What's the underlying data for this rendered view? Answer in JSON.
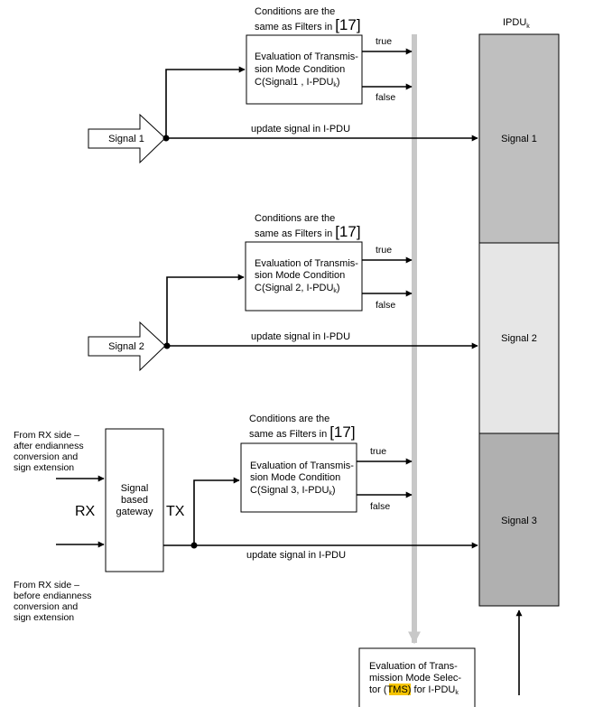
{
  "ipdu": {
    "title": "IPDU",
    "title_sub": "k",
    "segments": [
      {
        "label": "Signal 1",
        "color": "#bfbfbf"
      },
      {
        "label": "Signal 2",
        "color": "#e6e6e6"
      },
      {
        "label": "Signal 3",
        "color": "#b0b0b0"
      }
    ]
  },
  "conditions": {
    "line1": "Conditions are the",
    "line2": "same as Filters in",
    "ref": "[17]"
  },
  "evaluations": [
    {
      "line1": "Evaluation of Transmis-",
      "line2": "sion Mode Condition",
      "line3": "C(Signal1 , I-PDU",
      "line3_sub": "k",
      "line3_end": ")"
    },
    {
      "line1": "Evaluation of Transmis-",
      "line2": "sion Mode Condition",
      "line3": "C(Signal 2, I-PDU",
      "line3_sub": "k",
      "line3_end": ")"
    },
    {
      "line1": "Evaluation of Transmis-",
      "line2": "sion Mode Condition",
      "line3": "C(Signal 3, I-PDU",
      "line3_sub": "k",
      "line3_end": ")"
    }
  ],
  "outcomes": {
    "true": "true",
    "false": "false"
  },
  "update_label": "update signal in I-PDU",
  "inputs": [
    {
      "label": "Signal 1"
    },
    {
      "label": "Signal 2"
    }
  ],
  "gateway": {
    "line1": "Signal",
    "line2": "based",
    "line3": "gateway",
    "rx": "RX",
    "tx": "TX",
    "from_after": [
      "From RX side –",
      "after endianness",
      "conversion and",
      "sign extension"
    ],
    "from_before": [
      "From RX side –",
      "before endianness",
      "conversion and",
      "sign extension"
    ]
  },
  "selector": {
    "line1": "Evaluation of Trans-",
    "line2": "mission Mode Selec-",
    "line3_pre": "tor (",
    "line3_hl": "TMS",
    "line3_post": ") for I-PDU",
    "line3_sub": "k",
    "highlight_color": "#f5c400"
  },
  "colors": {
    "bus": "#c8c8c8",
    "line": "#000000"
  }
}
